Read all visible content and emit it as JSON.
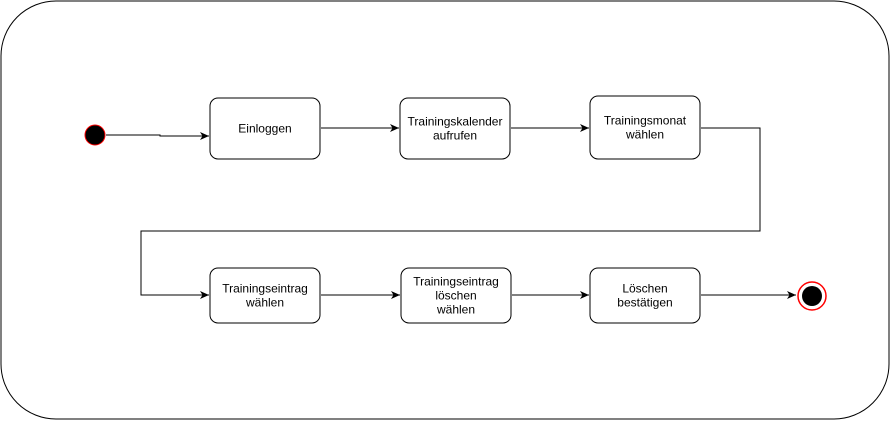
{
  "diagram": {
    "type": "activity-diagram",
    "frame": {
      "stroke_color": "#000000",
      "fill_color": "#ffffff"
    },
    "start_node": {
      "fill_color": "#000000",
      "stroke_color": "#ff0000"
    },
    "end_node": {
      "fill_color": "#000000",
      "ring_color": "#ff0000"
    },
    "actions": [
      {
        "id": "login",
        "lines": [
          "Einloggen"
        ]
      },
      {
        "id": "open-calendar",
        "lines": [
          "Trainingskalender",
          "aufrufen"
        ]
      },
      {
        "id": "choose-month",
        "lines": [
          "Trainingsmonat",
          "wählen"
        ]
      },
      {
        "id": "choose-entry",
        "lines": [
          "Trainingseintrag",
          "wählen"
        ]
      },
      {
        "id": "choose-delete",
        "lines": [
          "Trainingseintrag",
          "löschen",
          "wählen"
        ]
      },
      {
        "id": "confirm-delete",
        "lines": [
          "Löschen",
          "bestätigen"
        ]
      }
    ],
    "flows": [
      {
        "from": "start",
        "to": "login"
      },
      {
        "from": "login",
        "to": "open-calendar"
      },
      {
        "from": "open-calendar",
        "to": "choose-month"
      },
      {
        "from": "choose-month",
        "to": "choose-entry"
      },
      {
        "from": "choose-entry",
        "to": "choose-delete"
      },
      {
        "from": "choose-delete",
        "to": "confirm-delete"
      },
      {
        "from": "confirm-delete",
        "to": "end"
      }
    ],
    "action_style": {
      "fill_color": "#ffffff",
      "stroke_color": "#000000",
      "text_color": "#000000"
    },
    "edge_color": "#000000"
  }
}
